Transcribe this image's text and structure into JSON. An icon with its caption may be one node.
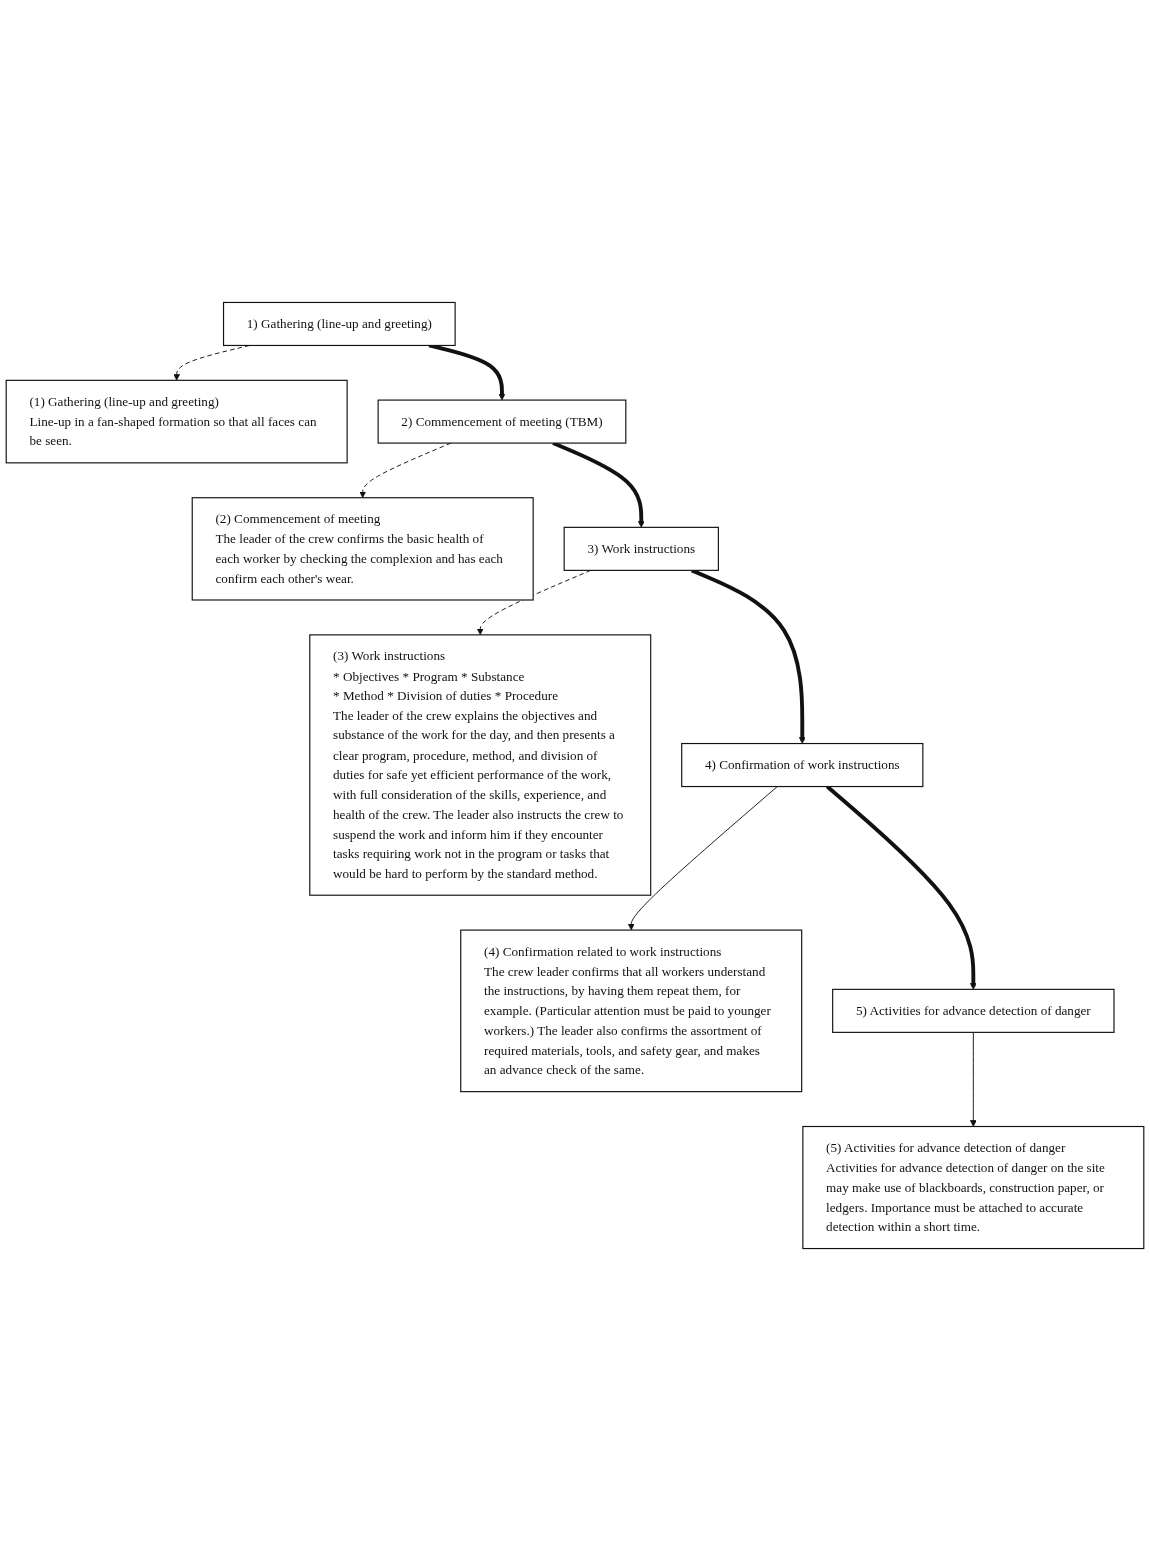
{
  "diagram": {
    "nodes": [
      {
        "text": [
          "1) Gathering (line-up and greeting)"
        ]
      },
      {
        "text": [
          "(1) Gathering (line-up and greeting)",
          "Line-up in a fan-shaped formation so that all faces can be seen."
        ]
      },
      {
        "text": [
          "2) Commencement of meeting (TBM)"
        ]
      },
      {
        "text": [
          "(2) Commencement of meeting",
          "The leader of the crew confirms the basic health of each worker by checking the complexion and has each confirm each other's wear."
        ]
      },
      {
        "text": [
          "3) Work instructions"
        ]
      },
      {
        "text": [
          "(3) Work instructions",
          "* Objectives * Program * Substance",
          "* Method * Division of duties * Procedure",
          "The leader of the crew explains the objectives and substance of the work for the day, and then presents a clear program, procedure, method, and division of duties for safe yet efficient performance of the work, with full consideration of the skills, experience, and health of the crew. The leader also instructs the crew to suspend the work and inform him if they encounter tasks requiring work not in the program or tasks that would be hard to perform by the standard method."
        ]
      },
      {
        "text": [
          "4) Confirmation of work instructions"
        ]
      },
      {
        "text": [
          "(4) Confirmation related to work instructions",
          "The crew leader confirms that all workers understand the instructions, by having them repeat them, for example. (Particular attention must be paid to younger workers.) The leader also confirms the assortment of required materials, tools, and safety gear, and makes an advance check of the same."
        ]
      },
      {
        "text": [
          "5) Activities for advance detection of danger"
        ]
      },
      {
        "text": [
          "(5) Activities for advance detection of danger",
          "Activities for advance detection of danger on the site may make use of blackboards, construction paper, or ledgers. Importance must be attached to accurate detection within a short time."
        ]
      }
    ],
    "edges": [
      {
        "from": 0,
        "to": 1,
        "arrow": "to",
        "style": "dashed"
      },
      {
        "from": 0,
        "to": 2,
        "arrow": "to",
        "style": "thick"
      },
      {
        "from": 2,
        "to": 3,
        "arrow": "to",
        "style": "dashed"
      },
      {
        "from": 2,
        "to": 4,
        "arrow": "to",
        "style": "thick"
      },
      {
        "from": 4,
        "to": 5,
        "arrow": "to",
        "style": "dashed"
      },
      {
        "from": 4,
        "to": 6,
        "arrow": "to",
        "style": "thick"
      },
      {
        "from": 6,
        "to": 7,
        "arrow": "to"
      },
      {
        "from": 6,
        "to": 8,
        "arrow": "to",
        "style": "thick"
      },
      {
        "from": 8,
        "to": 9,
        "arrow": "to"
      }
    ]
  }
}
